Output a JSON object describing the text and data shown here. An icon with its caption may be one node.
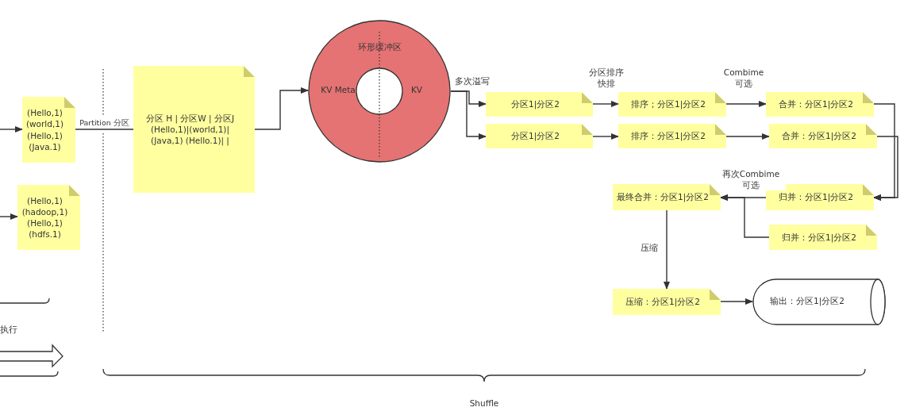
{
  "diagram": {
    "nodes": [
      {
        "text": [
          "(Hello,1) (world,1) (Hello,1) (Java.1)"
        ]
      },
      {
        "text": [
          "(Hello,1) (hadoop,1) (Hello,1) (hdfs.1)"
        ]
      },
      {
        "text": [
          "分区 H | 分区W | 分区J (Hello,1)|(world,1)|(Java,1) (Hello.1)| |"
        ]
      },
      {
        "text": [
          "环形缓冲区",
          "KV Meta",
          "KV"
        ]
      },
      {
        "text": [
          "分区1|分区2"
        ]
      },
      {
        "text": [
          "分区1|分区2"
        ]
      },
      {
        "text": [
          "排序；分区1|分区2"
        ]
      },
      {
        "text": [
          "排序：分区1|分区2"
        ]
      },
      {
        "text": [
          "合并：分区1|分区2"
        ]
      },
      {
        "text": [
          "合并：分区1|分区2"
        ]
      },
      {
        "text": [
          "最终合并：分区1|分区2"
        ]
      },
      {
        "text": [
          "归并：分区1|分区2"
        ]
      },
      {
        "text": [
          "归并：分区1|分区2"
        ]
      },
      {
        "text": [
          "压缩：分区1|分区2"
        ]
      },
      {
        "text": [
          "输出：分区1|分区2"
        ]
      }
    ],
    "edges": [
      {
        "from": null,
        "to": 0,
        "arrow": "to"
      },
      {
        "from": null,
        "to": 1,
        "arrow": "to"
      },
      {
        "from": 0,
        "to": 2,
        "arrow": "none",
        "label": "Partition 分区"
      },
      {
        "from": 2,
        "to": 3,
        "arrow": "to"
      },
      {
        "from": 3,
        "to": 4,
        "arrow": "to",
        "label": "多次溢写"
      },
      {
        "from": 3,
        "to": 5,
        "arrow": "to"
      },
      {
        "from": 4,
        "to": 6,
        "arrow": "to",
        "label": "分区排序快排"
      },
      {
        "from": 5,
        "to": 7,
        "arrow": "to"
      },
      {
        "from": 6,
        "to": 8,
        "arrow": "to",
        "label": "Combime 可选"
      },
      {
        "from": 7,
        "to": 9,
        "arrow": "to"
      },
      {
        "from": 8,
        "to": 11,
        "arrow": "to"
      },
      {
        "from": 9,
        "to": 11,
        "arrow": "to"
      },
      {
        "from": 11,
        "to": 10,
        "arrow": "to",
        "label": "再次Combime 可选"
      },
      {
        "from": 12,
        "to": 10,
        "arrow": "to"
      },
      {
        "from": 10,
        "to": 13,
        "arrow": "to",
        "label": "压缩"
      },
      {
        "from": 13,
        "to": 14,
        "arrow": "to"
      }
    ],
    "labels": [
      "执行",
      "Shuffle"
    ]
  }
}
